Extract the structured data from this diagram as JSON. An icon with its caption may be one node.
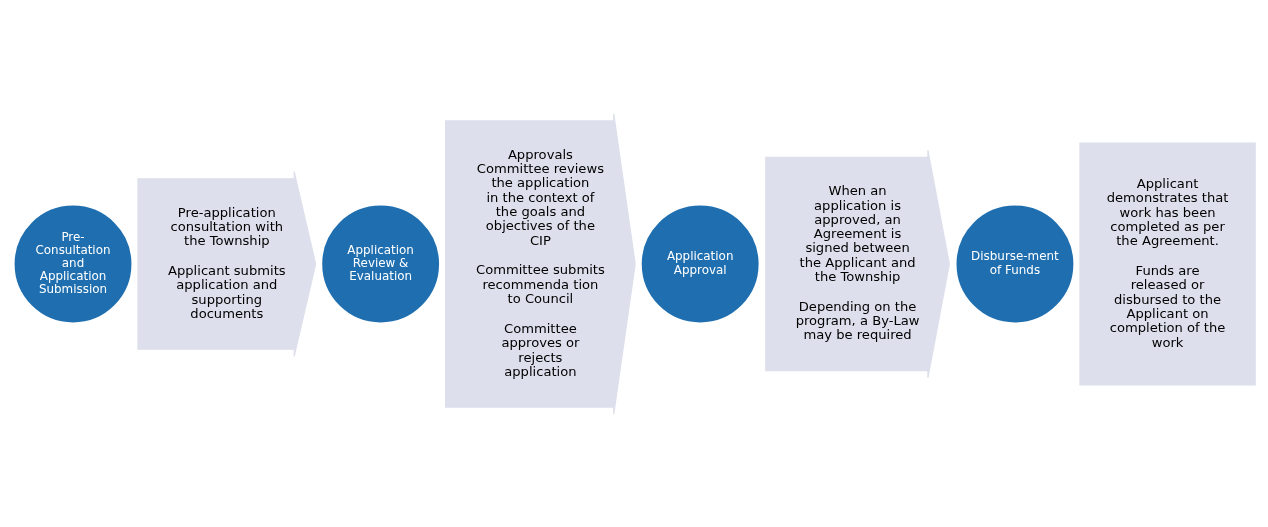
{
  "diagram": {
    "nodes": [
      {
        "text": [
          "Pre-Consultation and Application Submission"
        ]
      },
      {
        "text": [
          "Pre-application consultation with the Township",
          "Applicant submits application and supporting documents"
        ]
      },
      {
        "text": [
          "Application Review & Evaluation"
        ]
      },
      {
        "text": [
          "Approvals Committee reviews the application in the context of the goals and objectives of the CIP",
          "Committee submits recommenda tion to Council",
          "Committee approves or rejects application"
        ]
      },
      {
        "text": [
          "Application Approval"
        ]
      },
      {
        "text": [
          "When an application is approved, an Agreement is signed between the Applicant and the Township",
          "Depending on the program, a By-Law may be required"
        ]
      },
      {
        "text": [
          "Disburse-ment of Funds"
        ]
      },
      {
        "text": [
          "Applicant demonstrates that work has been completed as per the Agreement.",
          "Funds are released or disbursed to the Applicant on completion of the work"
        ]
      }
    ]
  }
}
